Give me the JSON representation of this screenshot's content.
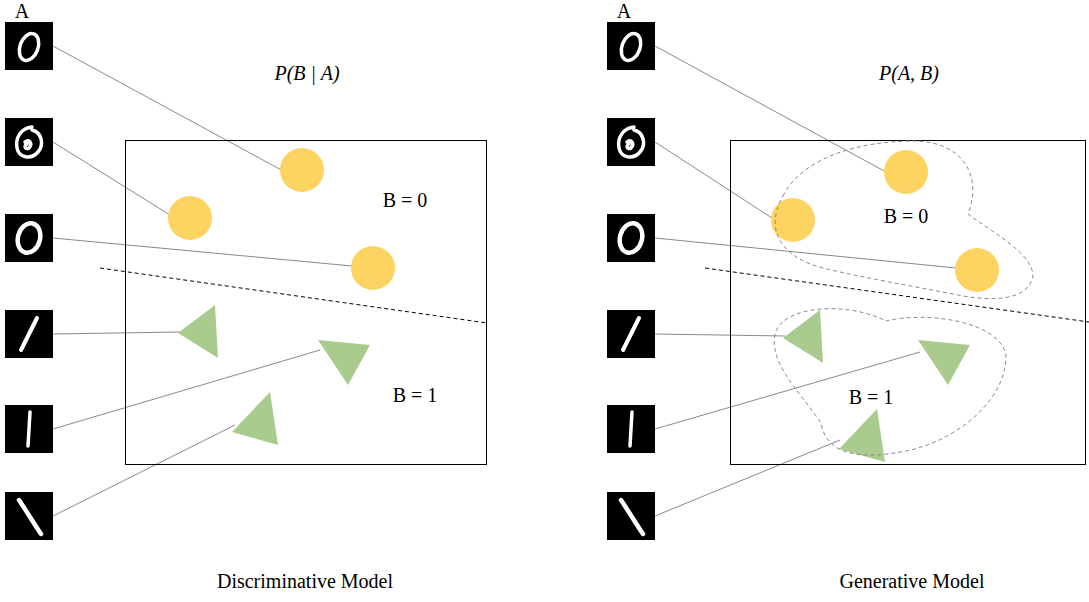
{
  "diagram": {
    "nodes": [
      {
        "text": [
          "P(B | A)"
        ]
      },
      {
        "text": [
          "P(A, B)"
        ]
      },
      {
        "text": [
          "B = 0"
        ],
        "in": 1
      },
      {
        "text": [
          "B = 1"
        ],
        "in": 1
      }
    ],
    "labels": [
      "A",
      "B = 0",
      "B = 1",
      "Discriminative Model",
      "A",
      "Generative Model"
    ]
  }
}
